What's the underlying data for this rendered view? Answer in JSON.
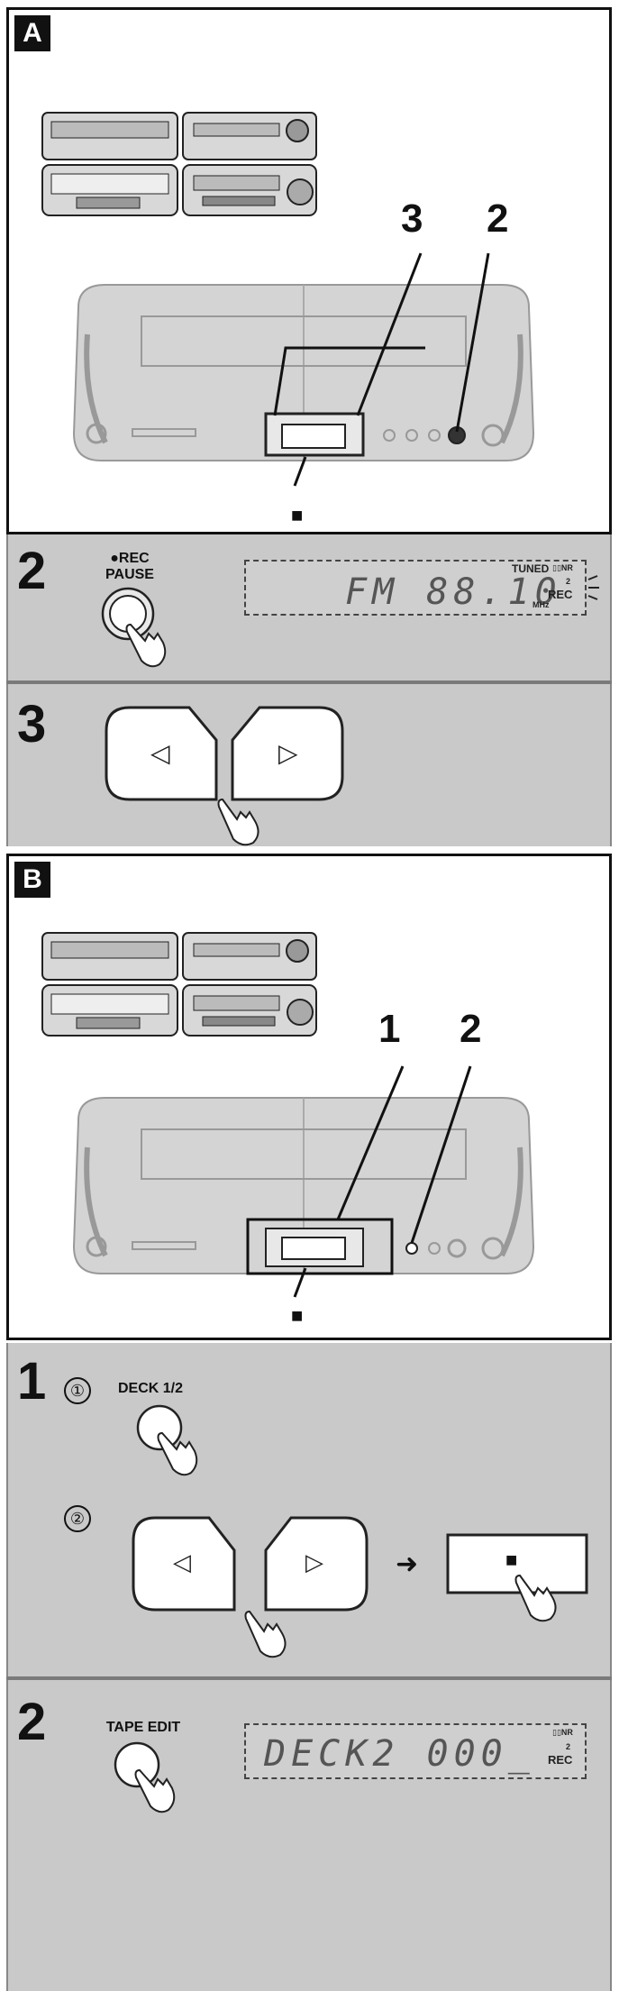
{
  "section_a": {
    "badge": "A",
    "callout_left": "3",
    "callout_right": "2",
    "stop_symbol": "■"
  },
  "step_a2": {
    "number": "2",
    "button_label_line1": "●REC",
    "button_label_line2": "PAUSE",
    "display": {
      "tuned": "TUNED",
      "nr": "▯▯NR",
      "main": "FM  88.10",
      "mhz": "MHz",
      "rec": "REC",
      "deck_small": "2"
    }
  },
  "step_a3": {
    "number": "3",
    "rewind_symbol": "◁",
    "forward_symbol": "▷"
  },
  "section_b": {
    "badge": "B",
    "callout_left": "1",
    "callout_right": "2",
    "stop_symbol": "■"
  },
  "step_b1": {
    "number": "1",
    "sub1": "①",
    "sub2": "②",
    "deck_label": "DECK 1/2",
    "rewind_symbol": "◁",
    "forward_symbol": "▷",
    "arrow": "➜",
    "stop_symbol": "■"
  },
  "step_b2": {
    "number": "2",
    "button_label": "TAPE EDIT",
    "display": {
      "nr": "▯▯NR",
      "main": "DECK2  000_",
      "rec": "REC",
      "deck_small": "2"
    }
  }
}
